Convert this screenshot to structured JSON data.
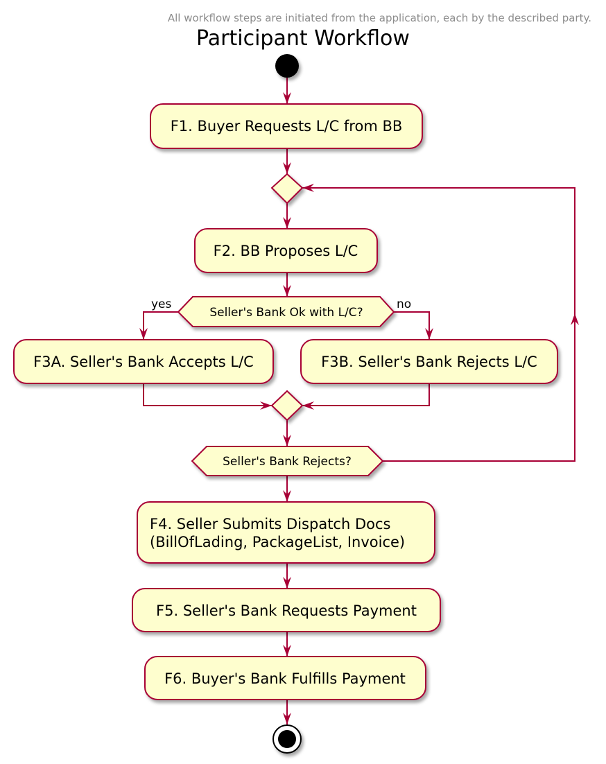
{
  "header_note": "All workflow steps are initiated from the application, each by the described party.",
  "title": "Participant Workflow",
  "steps": {
    "f1": "F1. Buyer Requests L/C from BB",
    "f2": "F2. BB Proposes L/C",
    "f3a": "F3A. Seller's Bank Accepts L/C",
    "f3b": "F3B. Seller's Bank Rejects L/C",
    "f4_line1": "F4. Seller Submits Dispatch Docs",
    "f4_line2": "(BillOfLading, PackageList, Invoice)",
    "f5": "F5. Seller's Bank Requests Payment",
    "f6": "F6. Buyer's Bank Fulfills Payment"
  },
  "decisions": {
    "seller_ok": "Seller's Bank Ok with L/C?",
    "seller_rejects": "Seller's Bank Rejects?"
  },
  "branches": {
    "yes": "yes",
    "no": "no"
  },
  "colors": {
    "node_fill": "#fefece",
    "border": "#a80036",
    "arrow": "#a80036"
  }
}
